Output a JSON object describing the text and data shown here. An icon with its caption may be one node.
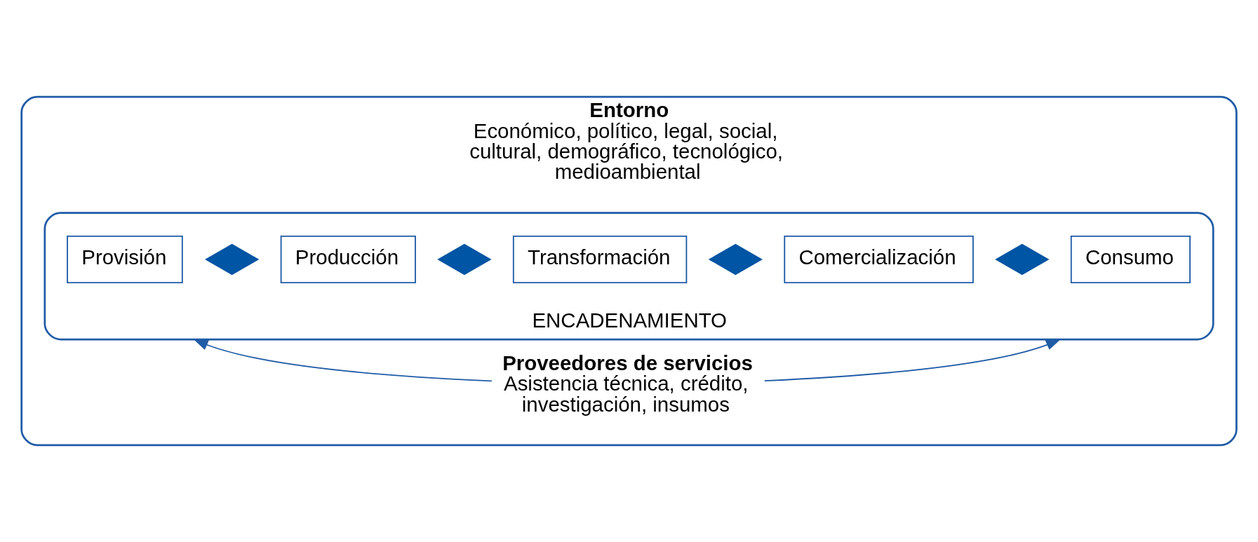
{
  "diagram": {
    "nodes": [
      {
        "text": [
          "Entorno",
          "Económico, político, legal, social, cultural, demográfico, tecnológico, medioambiental"
        ]
      },
      {
        "text": [
          "ENCADENAMIENTO"
        ],
        "in": 0
      },
      {
        "text": [
          "Provisión"
        ],
        "in": 1
      },
      {
        "text": [],
        "shape": "diamond",
        "in": 1
      },
      {
        "text": [
          "Producción"
        ],
        "in": 1
      },
      {
        "text": [],
        "shape": "diamond",
        "in": 1
      },
      {
        "text": [
          "Transformación"
        ],
        "in": 1
      },
      {
        "text": [],
        "shape": "diamond",
        "in": 1
      },
      {
        "text": [
          "Comercialización"
        ],
        "in": 1
      },
      {
        "text": [],
        "shape": "diamond",
        "in": 1
      },
      {
        "text": [
          "Consumo"
        ],
        "in": 1
      },
      {
        "text": [
          "Proveedores de servicios",
          "Asistencia técnica, crédito, investigación, insumos"
        ],
        "in": 0
      }
    ],
    "edges": [
      {
        "from": 11,
        "to": 1,
        "arrow": "to"
      },
      {
        "from": 11,
        "to": 1,
        "arrow": "to"
      }
    ]
  }
}
